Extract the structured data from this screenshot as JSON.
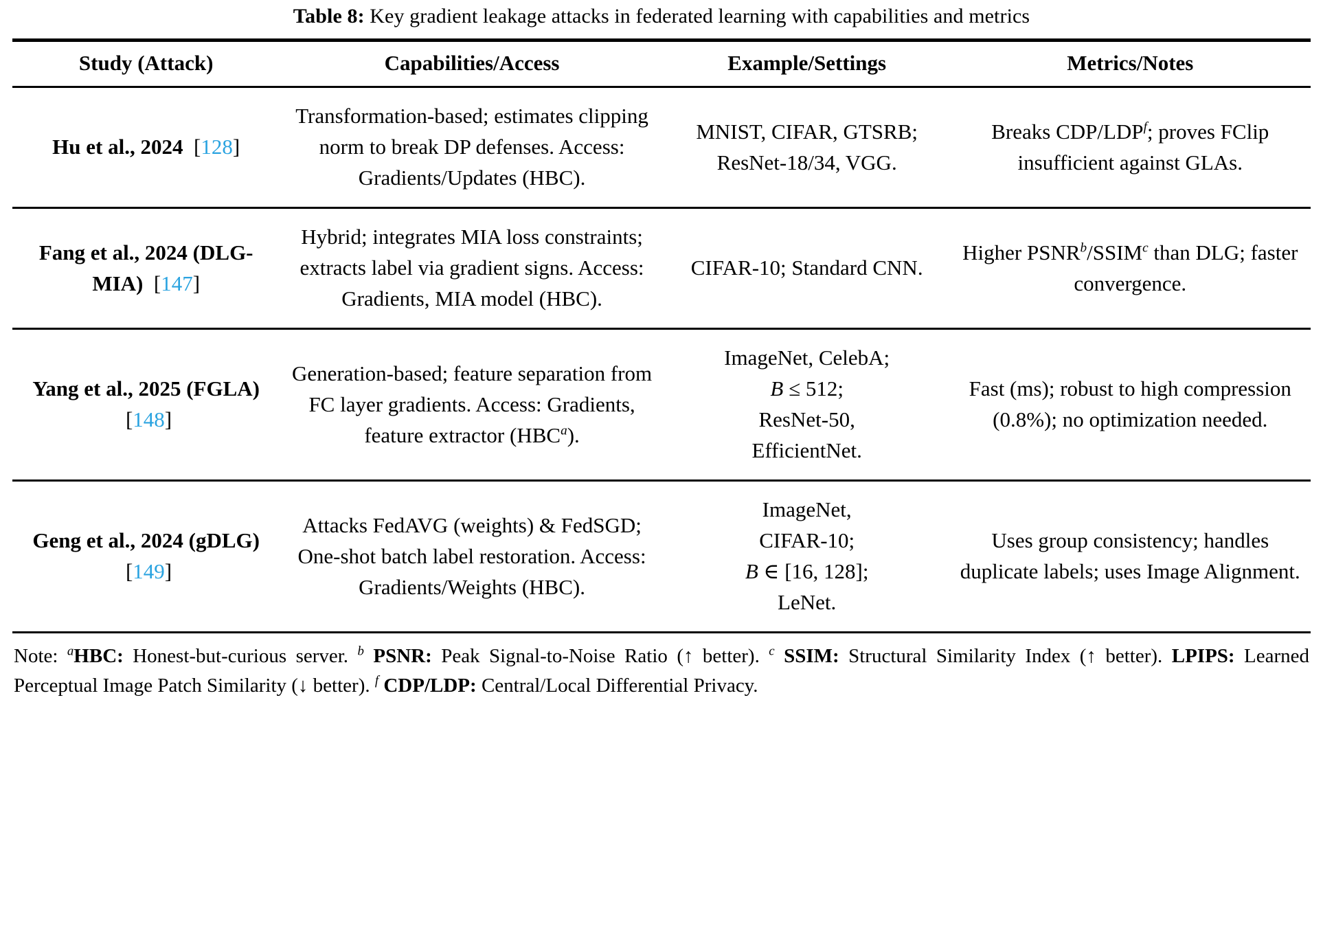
{
  "caption": {
    "label": "Table 8:",
    "text": "Key gradient leakage attacks in federated learning with capabilities and metrics"
  },
  "table": {
    "headers": [
      "Study (Attack)",
      "Capabilities/Access",
      "Example/Settings",
      "Metrics/Notes"
    ],
    "rows": [
      {
        "study_name": "Hu et al., 2024",
        "study_cite": "128",
        "capabilities": "Transformation-based; estimates clipping norm to break DP defenses. Access: Gradients/Updates (HBC).",
        "example": "MNIST, CIFAR, GTSRB; ResNet-18/34, VGG.",
        "metrics_pre": "Breaks CDP/LDP",
        "metrics_sup": "f",
        "metrics_post": "; proves FClip insufficient against GLAs."
      },
      {
        "study_name": "Fang et al., 2024 (DLG-MIA)",
        "study_cite": "147",
        "capabilities": "Hybrid; integrates MIA loss constraints; extracts label via gradient signs. Access: Gradients, MIA model (HBC).",
        "example": "CIFAR-10; Standard CNN.",
        "metrics_pre": "Higher PSNR",
        "metrics_sup": "b",
        "metrics_mid": "/SSIM",
        "metrics_sup2": "c",
        "metrics_post": " than DLG; faster convergence."
      },
      {
        "study_name": "Yang et al., 2025 (FGLA)",
        "study_cite": "148",
        "capabilities_pre": "Generation-based; feature separation from FC layer gradients. Access: Gradients, feature extractor (HBC",
        "capabilities_sup": "a",
        "capabilities_post": ").",
        "example_l1": "ImageNet, CelebA;",
        "example_l2_var": "B",
        "example_l2_rest": " ≤ 512;",
        "example_l3": "ResNet-50,",
        "example_l4": "EfficientNet.",
        "metrics": "Fast (ms); robust to high compression (0.8%); no optimization needed."
      },
      {
        "study_name": "Geng et al., 2024 (gDLG)",
        "study_cite": "149",
        "capabilities": "Attacks FedAVG (weights) & FedSGD; One-shot batch label restoration. Access: Gradients/Weights (HBC).",
        "example_l1": "ImageNet,",
        "example_l2": "CIFAR-10;",
        "example_l3_var": "B",
        "example_l3_rest": " ∈ [16, 128];",
        "example_l4": "LeNet.",
        "metrics": "Uses group consistency; handles duplicate labels; uses Image Alignment."
      }
    ]
  },
  "note": {
    "prefix": "Note:",
    "sup_a": "a",
    "term_hbc": "HBC:",
    "def_hbc": "Honest-but-curious server.",
    "sup_b": "b",
    "term_psnr": "PSNR:",
    "def_psnr": "Peak Signal-to-Noise Ratio (↑ better).",
    "sup_c": "c",
    "term_ssim": "SSIM:",
    "def_ssim": "Structural Similarity Index (↑ better).",
    "term_lpips": "LPIPS:",
    "def_lpips": "Learned Perceptual Image Patch Similarity (↓ better).",
    "sup_f": "f",
    "term_cdp": "CDP/LDP:",
    "def_cdp": "Central/Local Differential Privacy."
  },
  "colors": {
    "citation": "#2aa3e0",
    "text": "#000000",
    "background": "#ffffff"
  }
}
